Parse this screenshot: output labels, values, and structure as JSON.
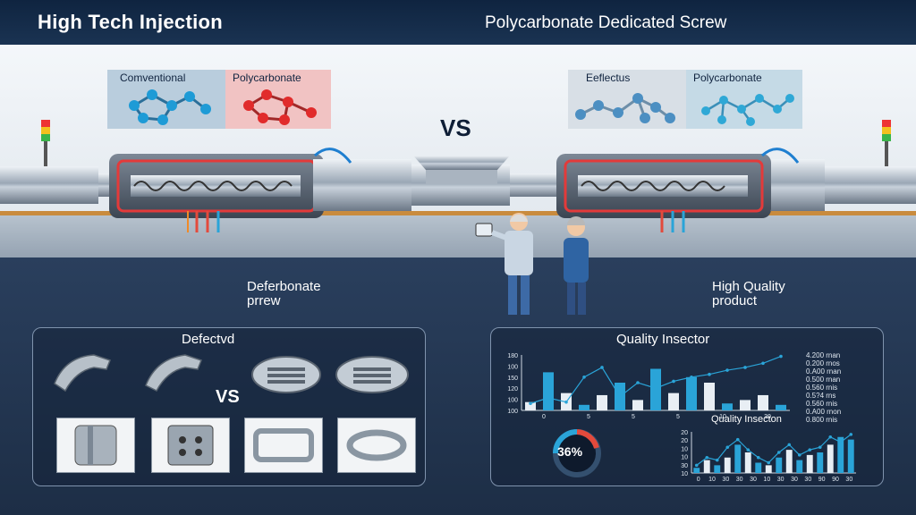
{
  "header": {
    "title_left": "High Tech Injection",
    "title_right": "Polycarbonate Dedicated Screw"
  },
  "molecules": {
    "left_a": "Comventional",
    "left_b": "Polycarbonate",
    "right_a": "Eeflectus",
    "right_b": "Polycarbonate"
  },
  "vs_top": "VS",
  "annotations": {
    "left_l1": "Deferbonate",
    "left_l2": "prrew",
    "right_l1": "High Quality",
    "right_l2": "product"
  },
  "defect_panel": {
    "title": "Defectvd",
    "vs": "VS"
  },
  "quality_panel": {
    "title": "Quality Insector",
    "gauge": "36%",
    "chart2_title": "Quality Insecton"
  },
  "colors": {
    "accent_blue": "#2aa4d8",
    "red": "#e34a3c",
    "orange": "#f08a28",
    "bg": "#22344e"
  },
  "chart_data": [
    {
      "type": "bar",
      "y_ticks": [
        "180",
        "100",
        "150",
        "120",
        "100",
        "100"
      ],
      "x_ticks": [
        "0",
        "5",
        "5",
        "5",
        "10",
        "30"
      ],
      "values": [
        12,
        55,
        25,
        8,
        22,
        40,
        15,
        60,
        25,
        48,
        40,
        10,
        15,
        22,
        8
      ],
      "highlight": [
        false,
        true,
        false,
        true,
        false,
        true,
        false,
        true,
        false,
        true,
        false,
        true,
        false,
        false,
        true
      ],
      "line": [
        10,
        18,
        12,
        48,
        62,
        20,
        40,
        32,
        42,
        48,
        52,
        58,
        62,
        68,
        78
      ],
      "legend": [
        "4.200 rnan",
        "0.200 rnos",
        "0.A00 rnan",
        "0.500 rnan",
        "0.560 rnis",
        "0.5?4 rns",
        "0.560 rnis",
        "0.A00 rnon",
        "0.800 rnis"
      ]
    },
    {
      "type": "bar",
      "y_ticks": [
        "20",
        "20",
        "10",
        "10",
        "30",
        "10"
      ],
      "x_ticks": [
        "0",
        "10",
        "30",
        "30",
        "30",
        "10",
        "30",
        "30",
        "30",
        "90",
        "90",
        "30"
      ],
      "values": [
        4,
        10,
        6,
        12,
        22,
        16,
        8,
        6,
        12,
        18,
        10,
        14,
        16,
        22,
        28,
        26
      ],
      "highlight": [
        true,
        false,
        true,
        false,
        true,
        false,
        true,
        false,
        true,
        false,
        true,
        false,
        true,
        false,
        true,
        true
      ],
      "line": [
        6,
        12,
        10,
        20,
        26,
        18,
        12,
        8,
        16,
        22,
        14,
        18,
        20,
        28,
        24,
        30
      ]
    }
  ]
}
